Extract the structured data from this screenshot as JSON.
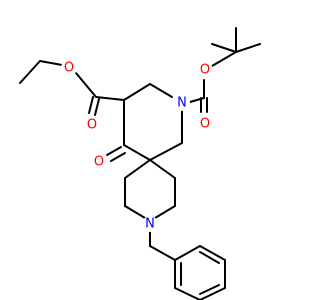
{
  "molecule": {
    "atoms": {
      "ester_o_single": "O",
      "ester_o_double": "O",
      "boc_o_single": "O",
      "boc_o_double": "O",
      "ketone_o": "O",
      "n_piperidine_top": "N",
      "n_piperidine_bottom": "N"
    },
    "colors": {
      "bond": "#000000",
      "oxygen": "#ff0000",
      "nitrogen": "#0000ff"
    }
  }
}
